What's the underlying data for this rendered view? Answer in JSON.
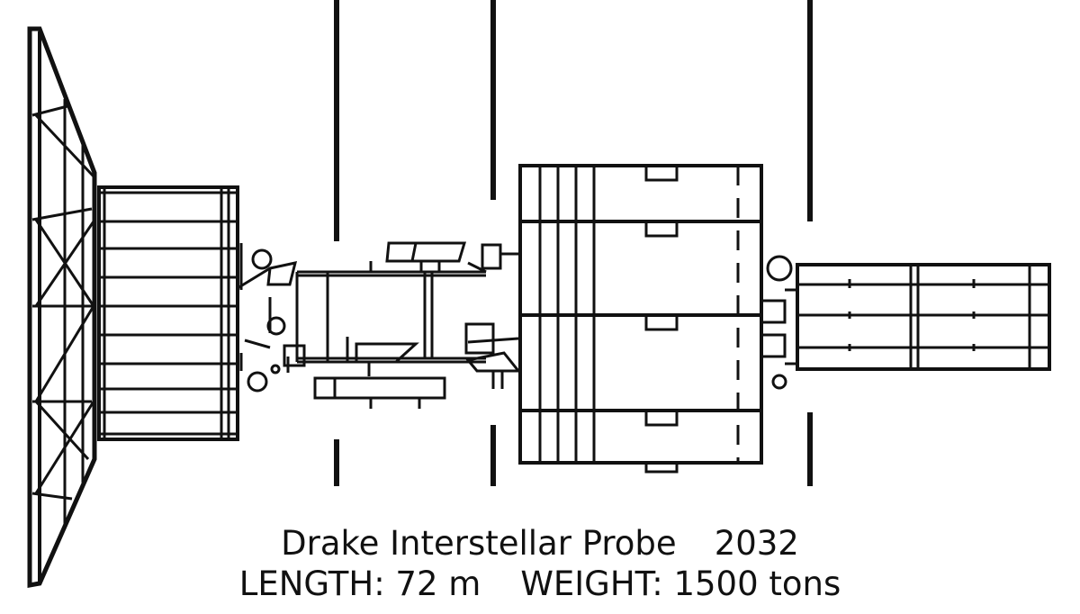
{
  "caption": {
    "title": "Drake Interstellar Probe",
    "year": "2032",
    "length": "LENGTH: 72 m",
    "weight": "WEIGHT: 1500 tons"
  },
  "colors": {
    "ink": "#111111",
    "background": "#ffffff"
  }
}
